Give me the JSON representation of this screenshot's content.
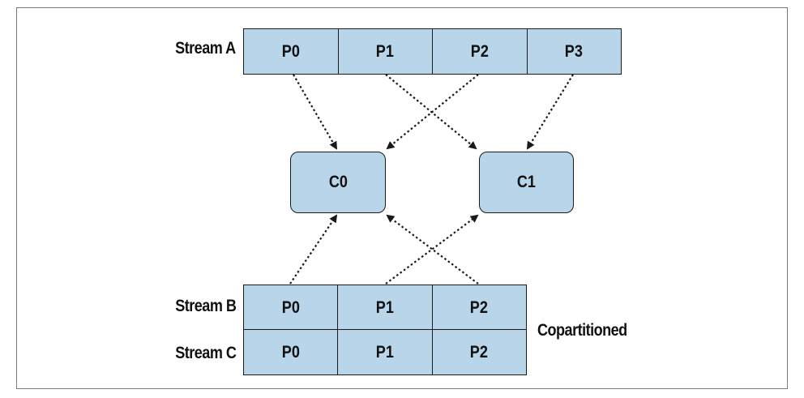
{
  "stream_a": {
    "label": "Stream A",
    "partitions": [
      "P0",
      "P1",
      "P2",
      "P3"
    ]
  },
  "consumers": [
    "C0",
    "C1"
  ],
  "stream_b": {
    "label": "Stream B",
    "partitions": [
      "P0",
      "P1",
      "P2"
    ]
  },
  "stream_c": {
    "label": "Stream C",
    "partitions": [
      "P0",
      "P1",
      "P2"
    ]
  },
  "copartitioned_label": "Copartitioned",
  "colors": {
    "box_fill": "#b8d5ea",
    "border": "#1a1a1a",
    "arrow": "#1a1a1a"
  },
  "connections": [
    {
      "from": "Stream A P0",
      "to": "C0"
    },
    {
      "from": "Stream A P1",
      "to": "C1"
    },
    {
      "from": "Stream A P2",
      "to": "C0"
    },
    {
      "from": "Stream A P3",
      "to": "C1"
    },
    {
      "from": "Stream B P0",
      "to": "C0"
    },
    {
      "from": "Stream B P1",
      "to": "C1"
    },
    {
      "from": "Stream B P2",
      "to": "C0"
    }
  ]
}
